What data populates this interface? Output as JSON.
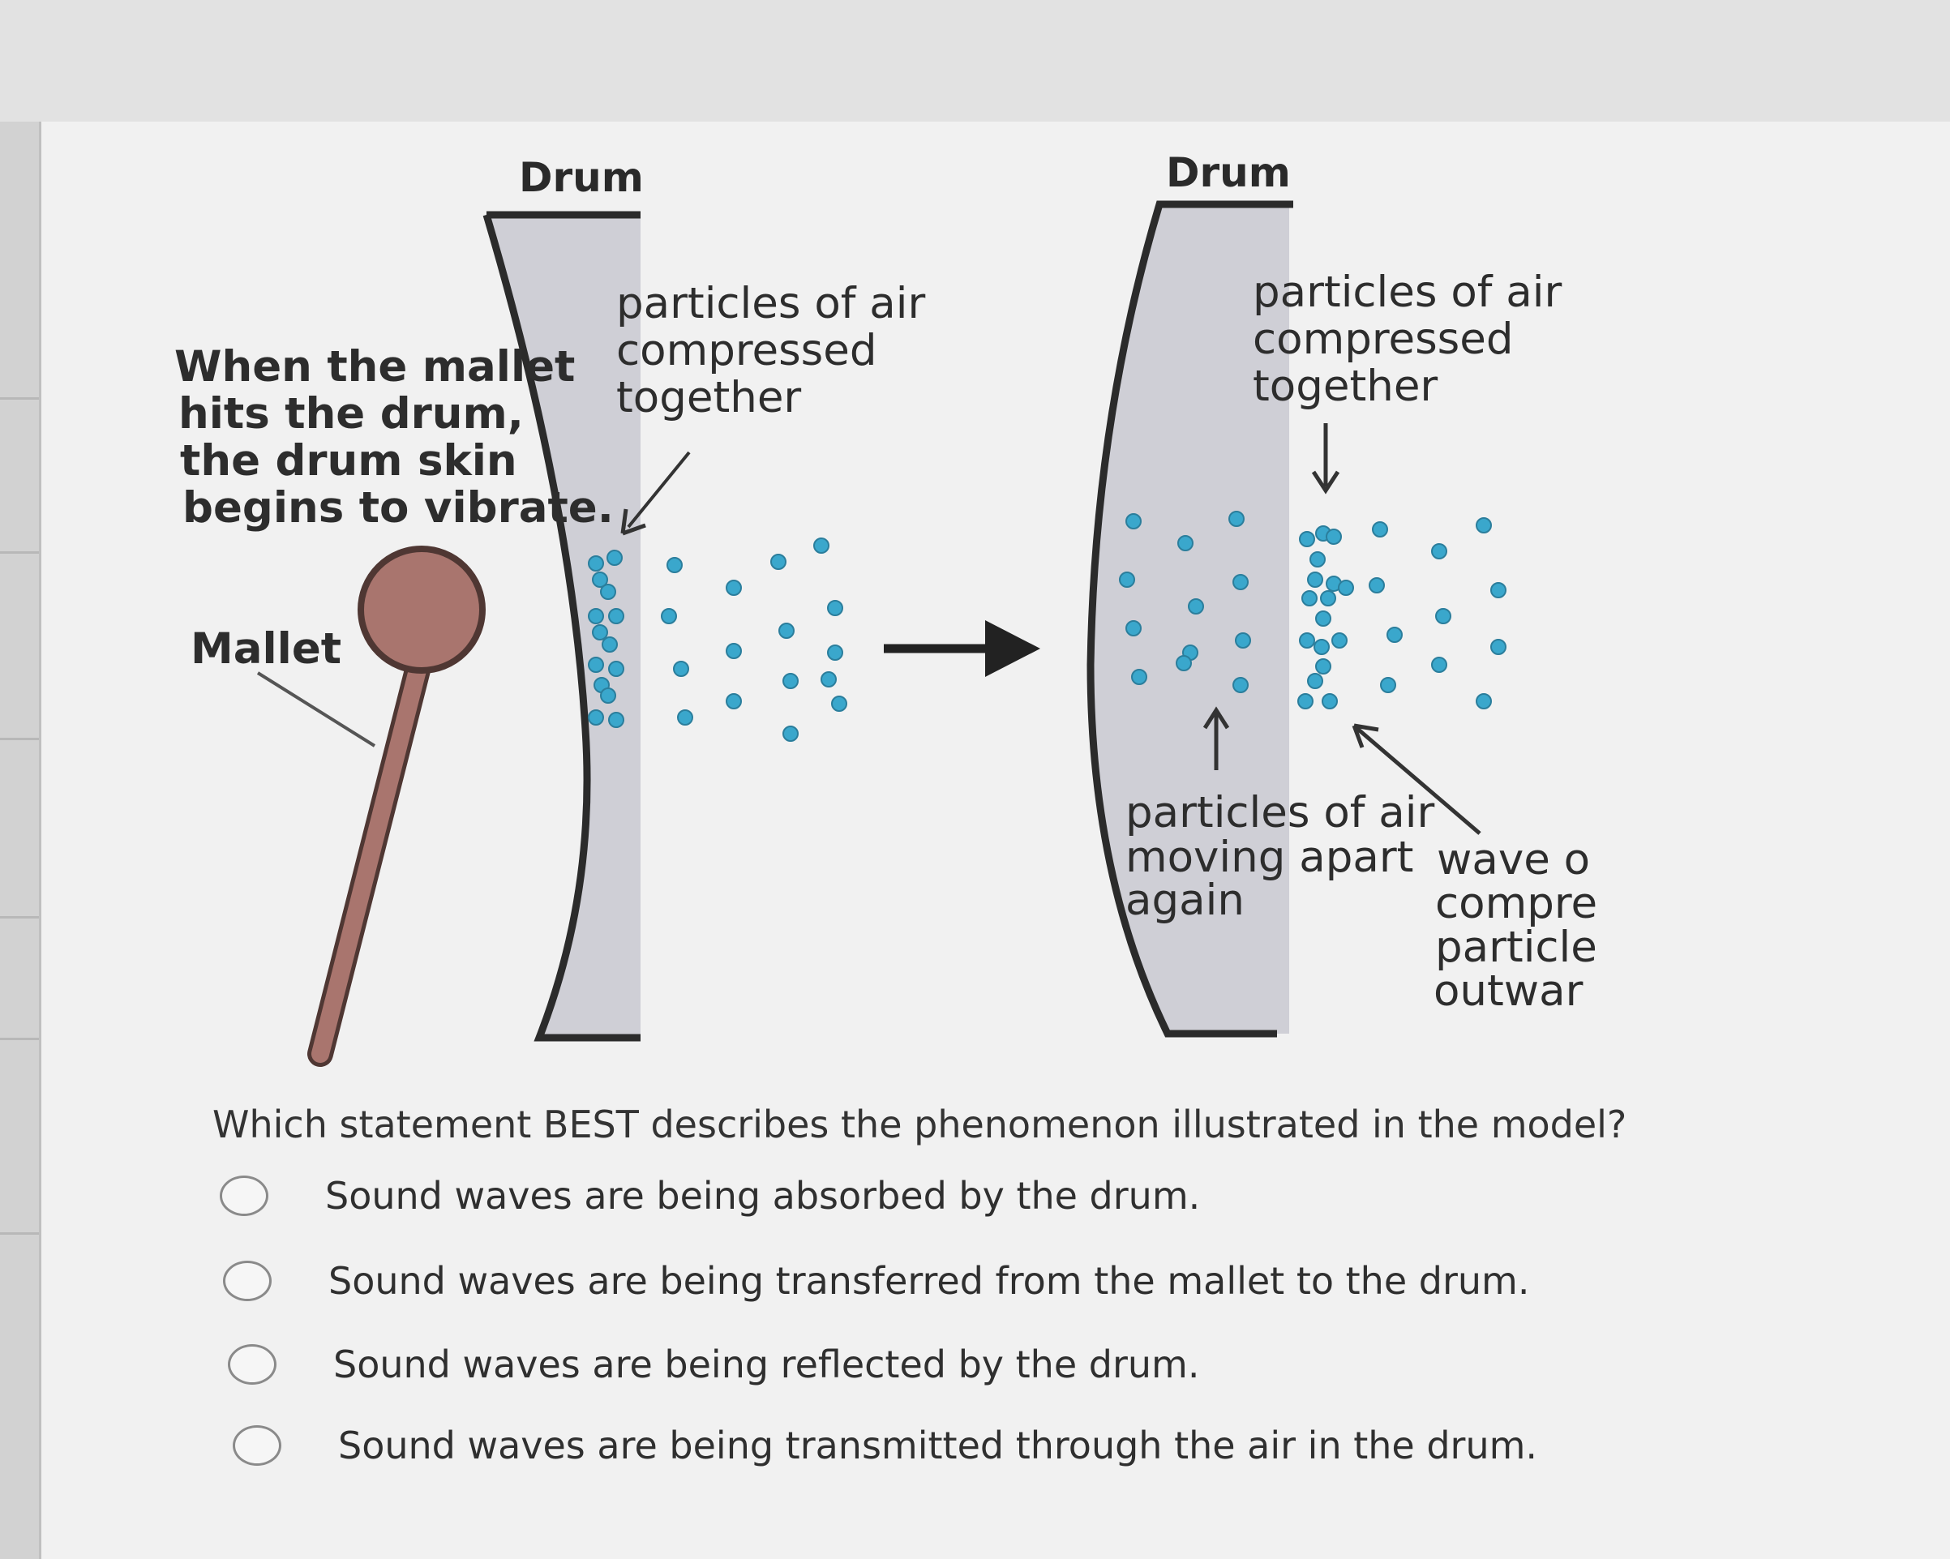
{
  "figure": {
    "left_drum_title": "Drum",
    "right_drum_title": "Drum",
    "left_caption_lines": [
      "When the mallet",
      "hits the drum,",
      "the drum skin",
      "begins to vibrate."
    ],
    "mallet_label": "Mallet",
    "left_particles_label_lines": [
      "particles of air",
      "compressed",
      "together"
    ],
    "right_particles_label_lines": [
      "particles of air",
      "compressed",
      "together"
    ],
    "moving_apart_label_lines": [
      "particles of air",
      "moving apart",
      "again"
    ],
    "wave_label_lines": [
      "wave o",
      "compre",
      "particle",
      "outwar"
    ],
    "particle_color": "#3aa7cc",
    "mallet_color": "#a9756e"
  },
  "question": {
    "text": "Which statement BEST describes the phenomenon illustrated in the model?",
    "options": [
      "Sound waves are being absorbed by the drum.",
      "Sound waves are being transferred from the mallet to the drum.",
      "Sound waves are being reflected by the drum.",
      "Sound waves are being transmitted through the air in the drum."
    ]
  }
}
